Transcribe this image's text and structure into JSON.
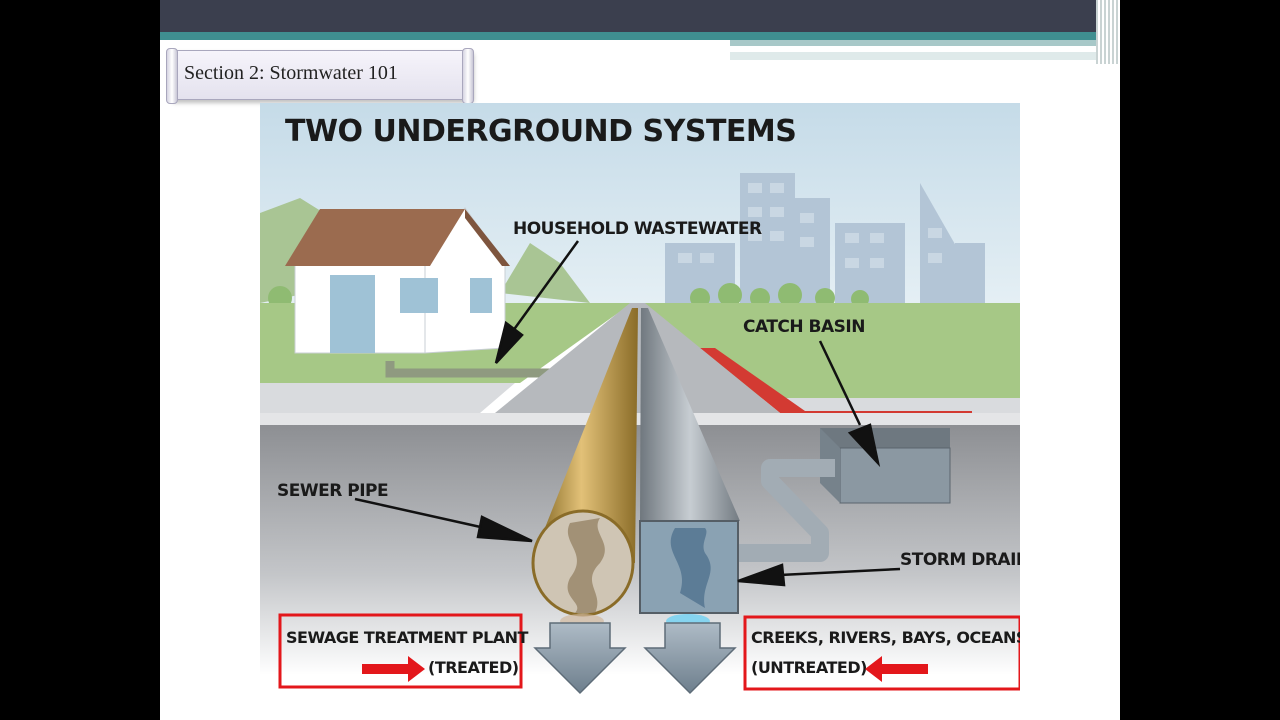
{
  "section_label": "Section 2: Stormwater 101",
  "diagram": {
    "title": "TWO UNDERGROUND SYSTEMS",
    "labels": {
      "household_wastewater": "HOUSEHOLD WASTEWATER",
      "catch_basin": "CATCH BASIN",
      "sewer_pipe": "SEWER PIPE",
      "storm_drain": "STORM DRAIN"
    },
    "destinations": {
      "sewage": {
        "line1": "SEWAGE TREATMENT PLANT",
        "line2": "(TREATED)"
      },
      "creeks": {
        "line1": "CREEKS, RIVERS, BAYS, OCEANS",
        "line2": "(UNTREATED)"
      }
    },
    "colors": {
      "header_band": "#3b3f4e",
      "accent_teal": "#3f8f90",
      "sky": "#cfe3ef",
      "grass": "#9ec27d",
      "sewer_pipe": "#c9a24c",
      "storm_pipe": "#9aa3aa",
      "curb_red": "#d33a32",
      "callout_red": "#e3171b"
    }
  }
}
